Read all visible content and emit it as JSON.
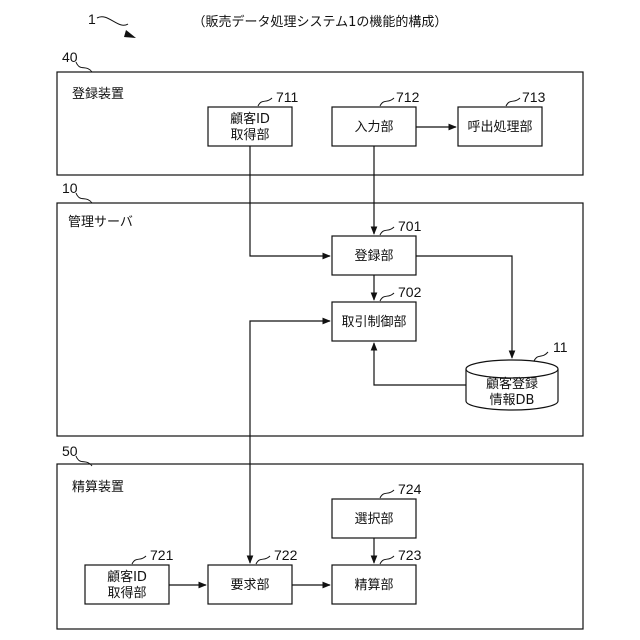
{
  "figure": {
    "caption": "（販売データ処理システム1の機能的構成）",
    "system_ref": "1"
  },
  "sections": {
    "registration": {
      "ref": "40",
      "title": "登録装置"
    },
    "server": {
      "ref": "10",
      "title": "管理サーバ"
    },
    "settlement": {
      "ref": "50",
      "title": "精算装置"
    }
  },
  "units": {
    "u711": {
      "ref": "711",
      "line1": "顧客ID",
      "line2": "取得部"
    },
    "u712": {
      "ref": "712",
      "label": "入力部"
    },
    "u713": {
      "ref": "713",
      "label": "呼出処理部"
    },
    "u701": {
      "ref": "701",
      "label": "登録部"
    },
    "u702": {
      "ref": "702",
      "label": "取引制御部"
    },
    "db11": {
      "ref": "11",
      "line1": "顧客登録",
      "line2": "情報DB"
    },
    "u724": {
      "ref": "724",
      "label": "選択部"
    },
    "u721": {
      "ref": "721",
      "line1": "顧客ID",
      "line2": "取得部"
    },
    "u722": {
      "ref": "722",
      "label": "要求部"
    },
    "u723": {
      "ref": "723",
      "label": "精算部"
    }
  }
}
